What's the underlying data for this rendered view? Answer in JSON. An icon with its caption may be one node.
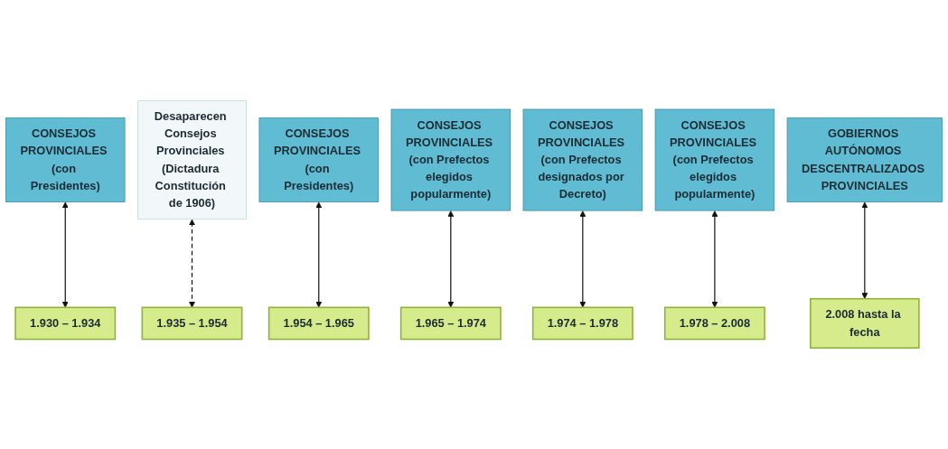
{
  "diagram": {
    "nodes": [
      {
        "text": [
          "CONSEJOS PROVINCIALES (con Presidentes)"
        ]
      },
      {
        "text": [
          "Desaparecen Consejos Provinciales (Dictadura Constitución de 1906)"
        ]
      },
      {
        "text": [
          "CONSEJOS PROVINCIALES (con Presidentes)"
        ]
      },
      {
        "text": [
          "CONSEJOS PROVINCIALES (con Prefectos elegidos popularmente)"
        ]
      },
      {
        "text": [
          "CONSEJOS PROVINCIALES (con Prefectos designados por Decreto)"
        ]
      },
      {
        "text": [
          "CONSEJOS PROVINCIALES (con Prefectos elegidos popularmente)"
        ]
      },
      {
        "text": [
          "GOBIERNOS AUTÓNOMOS DESCENTRALIZADOS PROVINCIALES"
        ]
      },
      {
        "text": [
          "1.930 – 1.934"
        ]
      },
      {
        "text": [
          "1.935 – 1.954"
        ]
      },
      {
        "text": [
          "1.954 – 1.965"
        ]
      },
      {
        "text": [
          "1.965 – 1.974"
        ]
      },
      {
        "text": [
          "1.974 – 1.978"
        ]
      },
      {
        "text": [
          "1.978 – 2.008"
        ]
      },
      {
        "text": [
          "2.008 hasta la fecha"
        ]
      }
    ],
    "edges": [
      {
        "from": 0,
        "to": 7,
        "arrow": "both"
      },
      {
        "from": 1,
        "to": 8,
        "arrow": "both",
        "style": "dashed"
      },
      {
        "from": 2,
        "to": 9,
        "arrow": "both"
      },
      {
        "from": 3,
        "to": 10,
        "arrow": "both"
      },
      {
        "from": 4,
        "to": 11,
        "arrow": "both"
      },
      {
        "from": 5,
        "to": 12,
        "arrow": "both"
      },
      {
        "from": 6,
        "to": 13,
        "arrow": "both"
      }
    ]
  }
}
